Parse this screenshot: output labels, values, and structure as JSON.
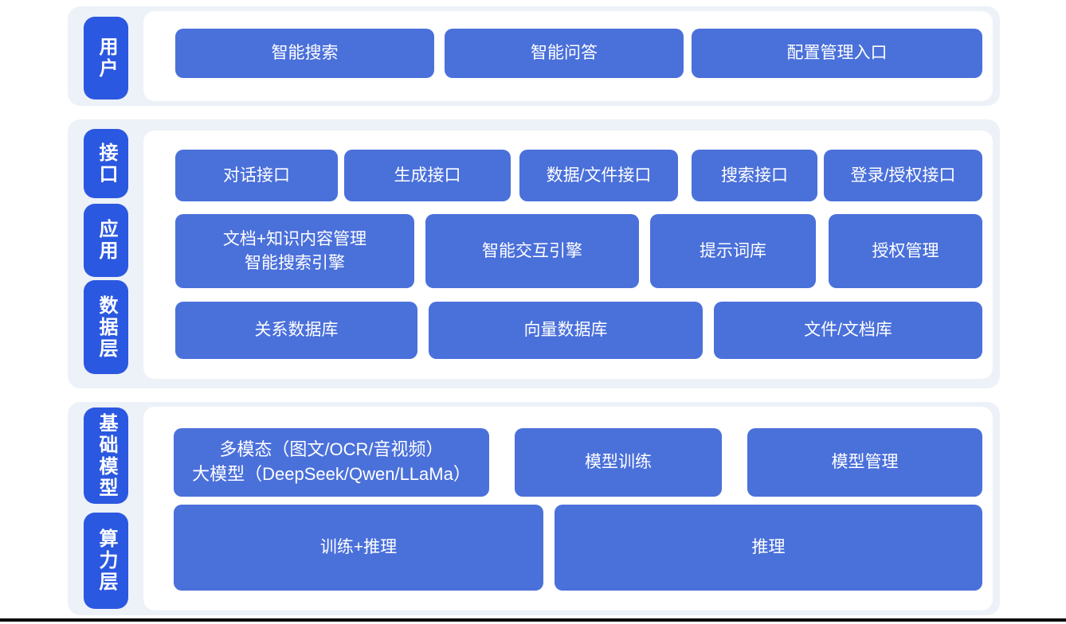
{
  "palette": {
    "page_bg": "#ffffff",
    "band_bg": "#edf1f8",
    "label_bg": "#2b58e0",
    "node_bg": "#4a70da",
    "text": "#ffffff",
    "baseline": "#000000"
  },
  "layers": {
    "user": "用户",
    "interface": "接口",
    "application": "应用",
    "data": "数据层",
    "foundation_model": "基础模型",
    "compute": "算力层"
  },
  "user_row": {
    "smart_search": "智能搜索",
    "smart_qa": "智能问答",
    "config_entry": "配置管理入口"
  },
  "interface_row": {
    "dialog_api": "对话接口",
    "generate_api": "生成接口",
    "data_file_api": "数据/文件接口",
    "search_api": "搜索接口",
    "login_auth_api": "登录/授权接口"
  },
  "application_row": {
    "doc_knowledge_engine": "文档+知识内容管理\n智能搜索引擎",
    "interaction_engine": "智能交互引擎",
    "prompt_library": "提示词库",
    "auth_management": "授权管理"
  },
  "data_row": {
    "relational_db": "关系数据库",
    "vector_db": "向量数据库",
    "file_doc_store": "文件/文档库"
  },
  "model_row": {
    "multimodal_llm": "多模态（图文/OCR/音视频）\n大模型（DeepSeek/Qwen/LLaMa）",
    "model_training": "模型训练",
    "model_management": "模型管理"
  },
  "compute_row": {
    "train_plus_infer": "训练+推理",
    "inference": "推理"
  }
}
